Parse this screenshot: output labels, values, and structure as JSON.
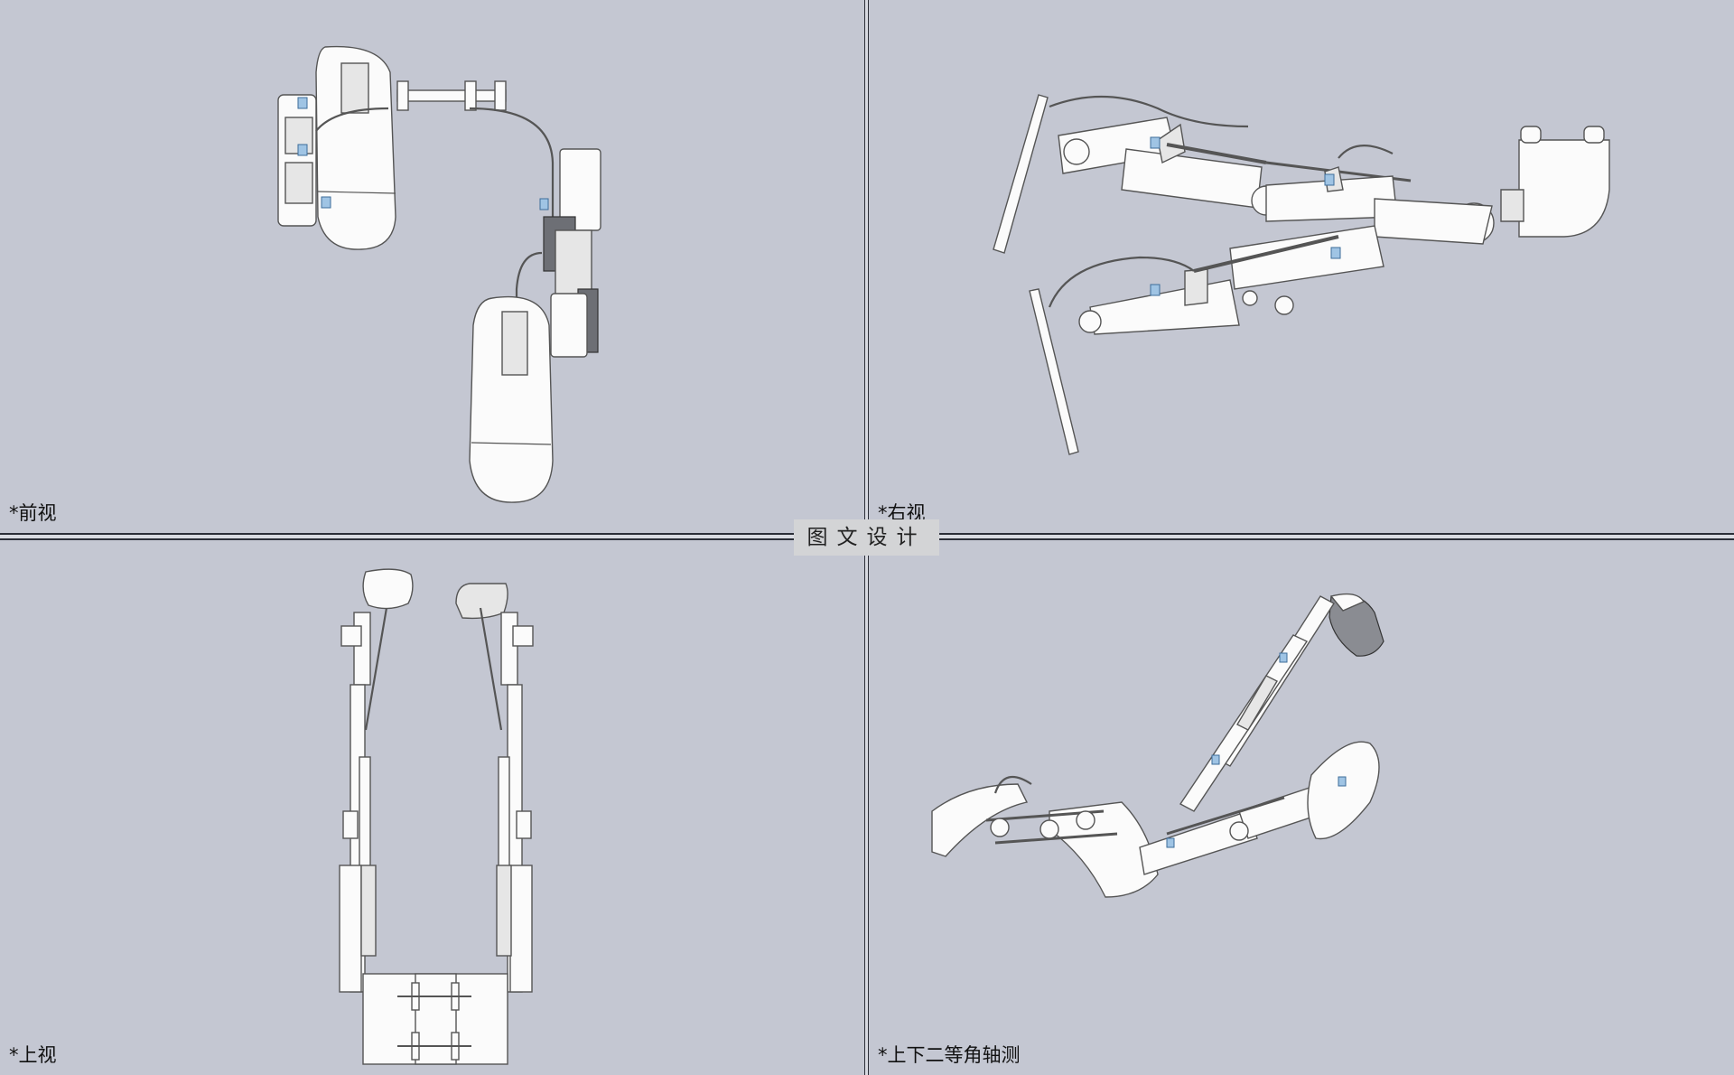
{
  "views": {
    "front": {
      "label": "*前视"
    },
    "right": {
      "label": "*右视"
    },
    "top": {
      "label": "*上视"
    },
    "iso": {
      "label": "*上下二等角轴测"
    }
  },
  "watermark": {
    "text": "图文设计"
  },
  "colors": {
    "background": "#c4c7d2",
    "divider": "#2b2e38",
    "part_fill": "#fbfbfb",
    "part_stroke": "#555555",
    "bolt": "#9fc4e4"
  }
}
